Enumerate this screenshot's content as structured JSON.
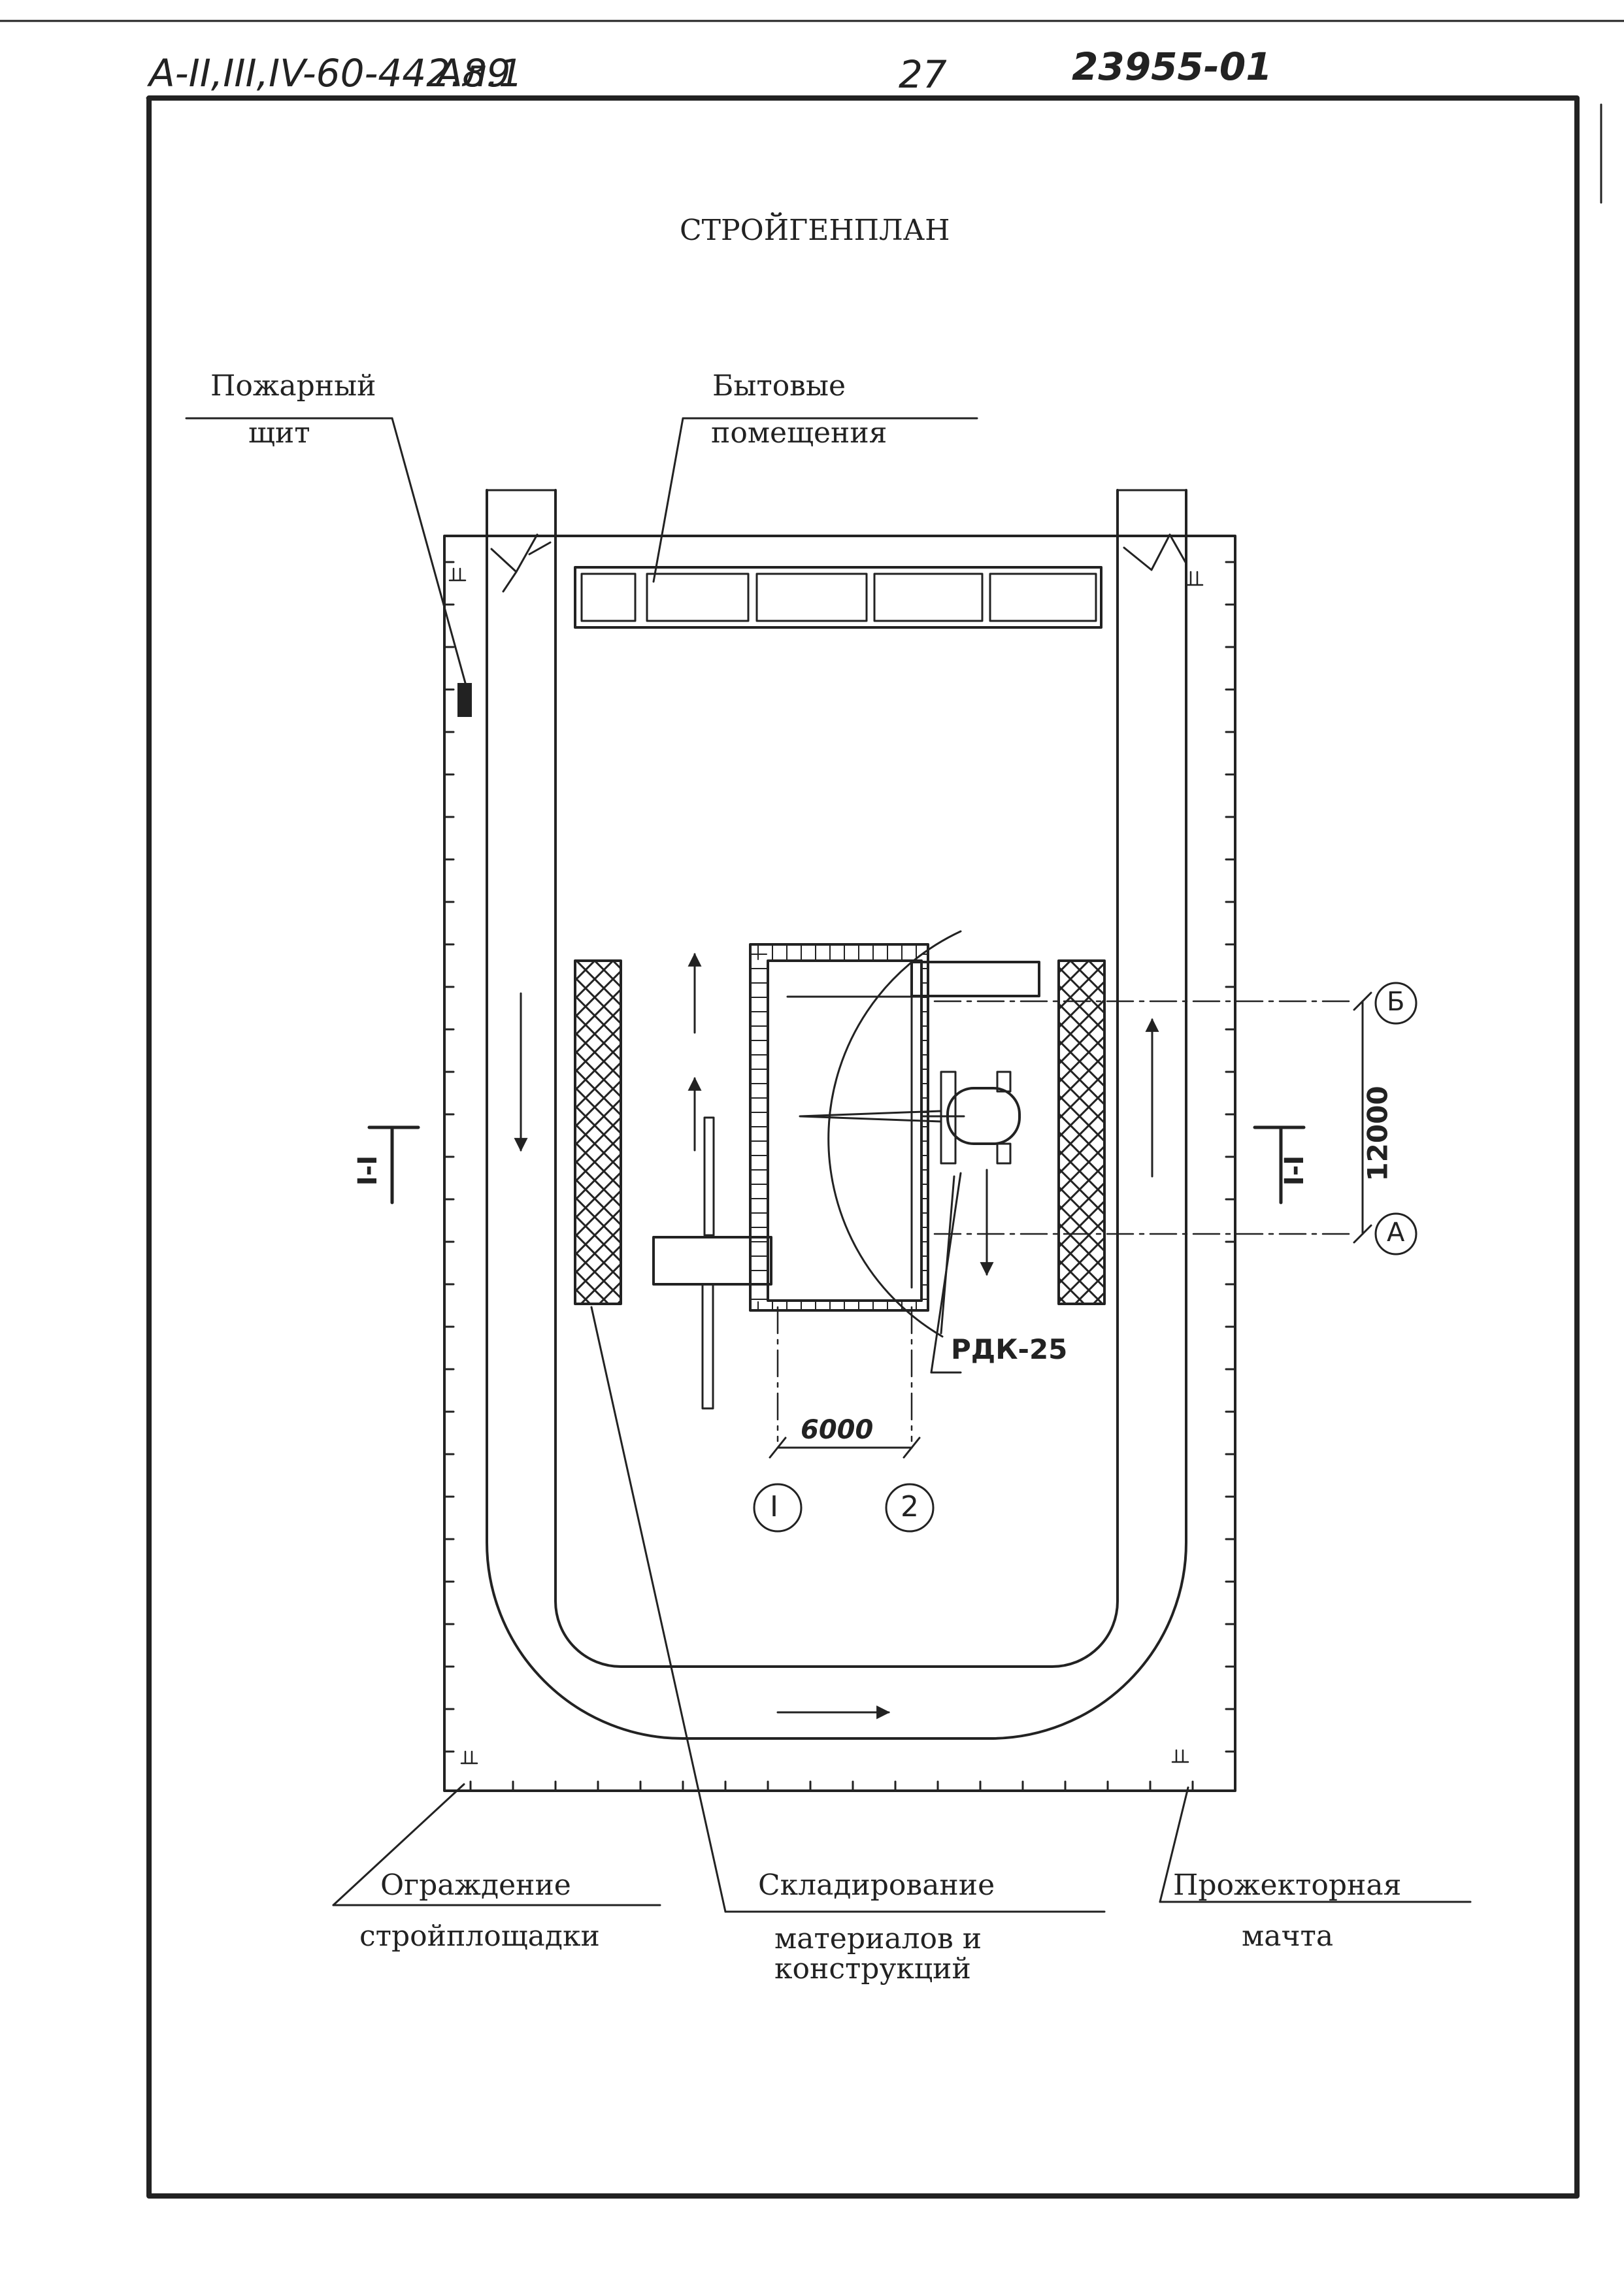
{
  "header": {
    "designation": "А-II,III,IV-60-442.89",
    "sheet_label": "Ал.1",
    "page_number": "27",
    "inventory_number": "23955-01"
  },
  "title": "СТРОЙГЕНПЛАН",
  "labels": {
    "fire_board": [
      "Пожарный",
      "щит"
    ],
    "welfare": [
      "Бытовые",
      "помещения"
    ],
    "fence": [
      "Ограждение",
      "стройплощадки"
    ],
    "storage": [
      "Складирование",
      "материалов и",
      "конструкций"
    ],
    "floodlight": [
      "Прожекторная",
      "мачта"
    ]
  },
  "crane": "РДК-25",
  "dimensions": {
    "span_x": "6000",
    "span_y": "12000"
  },
  "axes": {
    "a": "А",
    "b": "Б",
    "one": "I",
    "two": "2"
  },
  "section_mark": "I-I",
  "colors": {
    "ink": "#222222",
    "paper": "#ffffff"
  }
}
